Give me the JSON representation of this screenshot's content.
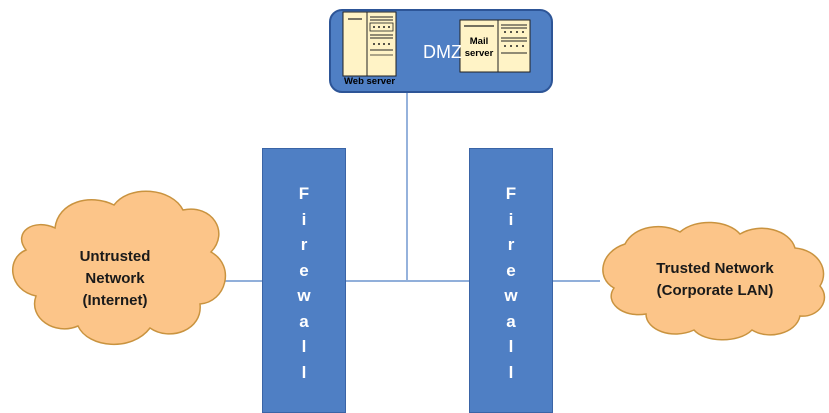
{
  "dmz": {
    "label": "DMZ",
    "web_server_label": "Web server",
    "mail_server_label_line1": "Mail",
    "mail_server_label_line2": "server"
  },
  "firewall_left": {
    "letters": [
      "F",
      "i",
      "r",
      "e",
      "w",
      "a",
      "l",
      "l"
    ]
  },
  "firewall_right": {
    "letters": [
      "F",
      "i",
      "r",
      "e",
      "w",
      "a",
      "l",
      "l"
    ]
  },
  "untrusted": {
    "line1": "Untrusted",
    "line2": "Network",
    "line3": "(Internet)"
  },
  "trusted": {
    "line1": "Trusted Network",
    "line2": "(Corporate LAN)"
  },
  "colors": {
    "firewall": "#4f7fc4",
    "dmz_box": "#4f7fc4",
    "cloud_fill": "#fcc589",
    "cloud_stroke": "#c9933f",
    "connector": "#4f7fc4",
    "server_fill": "#fff3c6"
  },
  "icons": [
    "web-server-icon",
    "mail-server-icon"
  ]
}
